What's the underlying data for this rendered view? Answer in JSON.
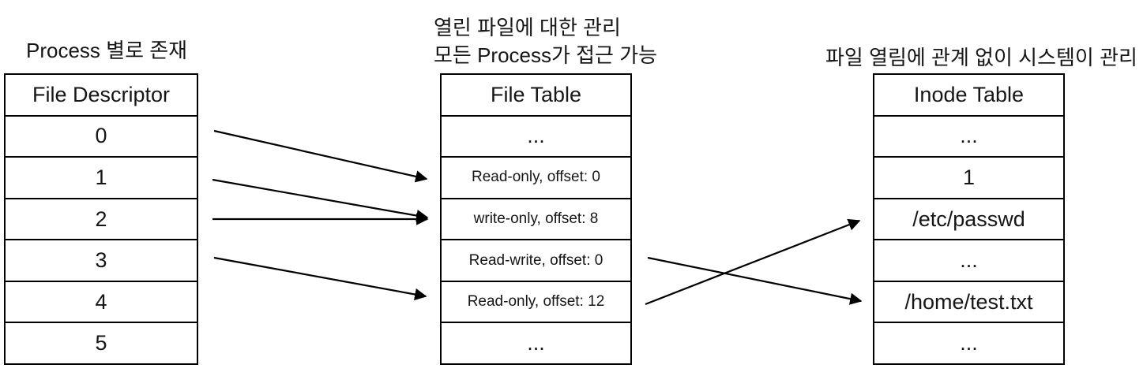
{
  "notes": {
    "fd": "Process 별로 존재",
    "file_line1": "열린 파일에 대한 관리",
    "file_line2": "모든 Process가 접근 가능",
    "inode": "파일 열림에 관계 없이 시스템이 관리"
  },
  "tables": {
    "fd": {
      "header": "File Descriptor",
      "rows": [
        "0",
        "1",
        "2",
        "3",
        "4",
        "5"
      ]
    },
    "file": {
      "header": "File Table",
      "rows": [
        "...",
        "Read-only, offset: 0",
        "write-only, offset: 8",
        "Read-write, offset: 0",
        "Read-only, offset: 12",
        "..."
      ]
    },
    "inode": {
      "header": "Inode Table",
      "rows": [
        "...",
        "1",
        "/etc/passwd",
        "...",
        "/home/test.txt",
        "..."
      ]
    }
  },
  "connections": [
    {
      "from": "fd:0",
      "to": "file:Read-only, offset: 0"
    },
    {
      "from": "fd:1",
      "to": "file:write-only, offset: 8"
    },
    {
      "from": "fd:2",
      "to": "file:write-only, offset: 8"
    },
    {
      "from": "fd:3",
      "to": "file:Read-only, offset: 12"
    },
    {
      "from": "file:Read-write, offset: 0",
      "to": "inode:/home/test.txt"
    },
    {
      "from": "file:Read-only, offset: 12",
      "to": "inode:/etc/passwd"
    }
  ],
  "colors": {
    "background": "#ffffff",
    "text": "#161616",
    "line": "#000000"
  }
}
